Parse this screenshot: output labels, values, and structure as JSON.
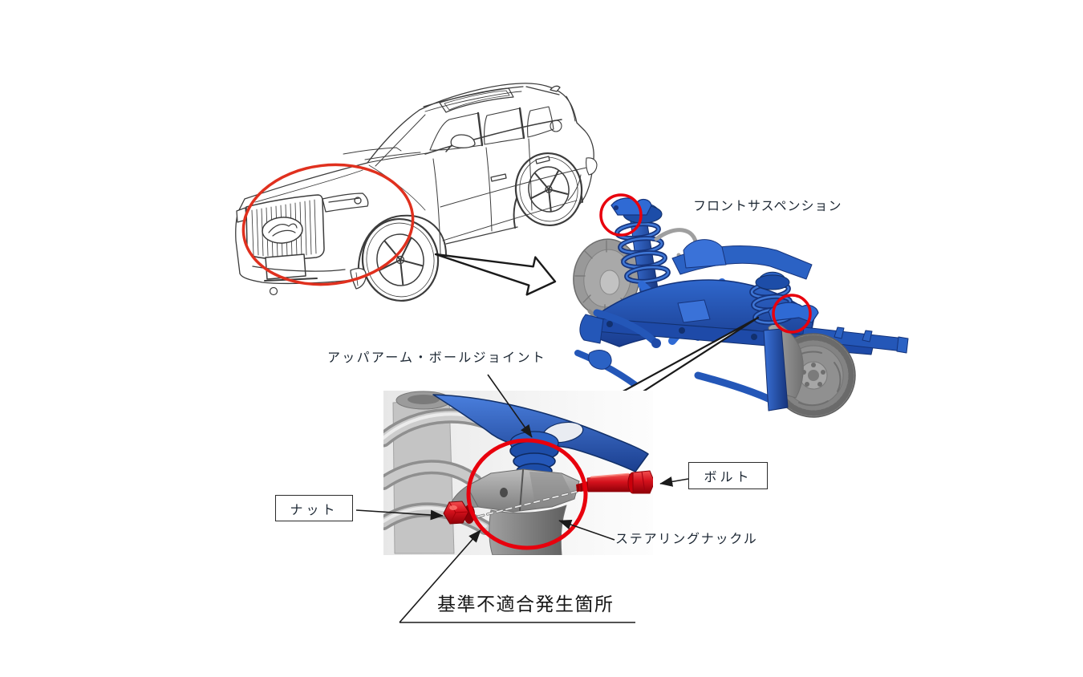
{
  "figure": {
    "type": "vehicle-recall-diagram",
    "background_color": "#ffffff",
    "annotation_colors": {
      "highlight_red": "#e8000d",
      "car_ellipse_red": "#e0301e",
      "callout_line_black": "#1a1a1a",
      "label_text": "#1c2733",
      "suspension_blue": "#2b62c4",
      "metal_gray": "#9a9a9a"
    },
    "labels": {
      "front_suspension": "フロントサスペンション",
      "upper_arm_ball_joint": "アッパアーム・ボールジョイント",
      "bolt": "ボルト",
      "nut": "ナット",
      "steering_knuckle": "ステアリングナックル",
      "defect_location": "基準不適合発生箇所"
    },
    "illustrations": {
      "car": "suv-line-drawing-front-three-quarter",
      "suspension": "front-suspension-blue-3d-render",
      "detail": "upper-arm-ball-joint-closeup-render"
    }
  }
}
